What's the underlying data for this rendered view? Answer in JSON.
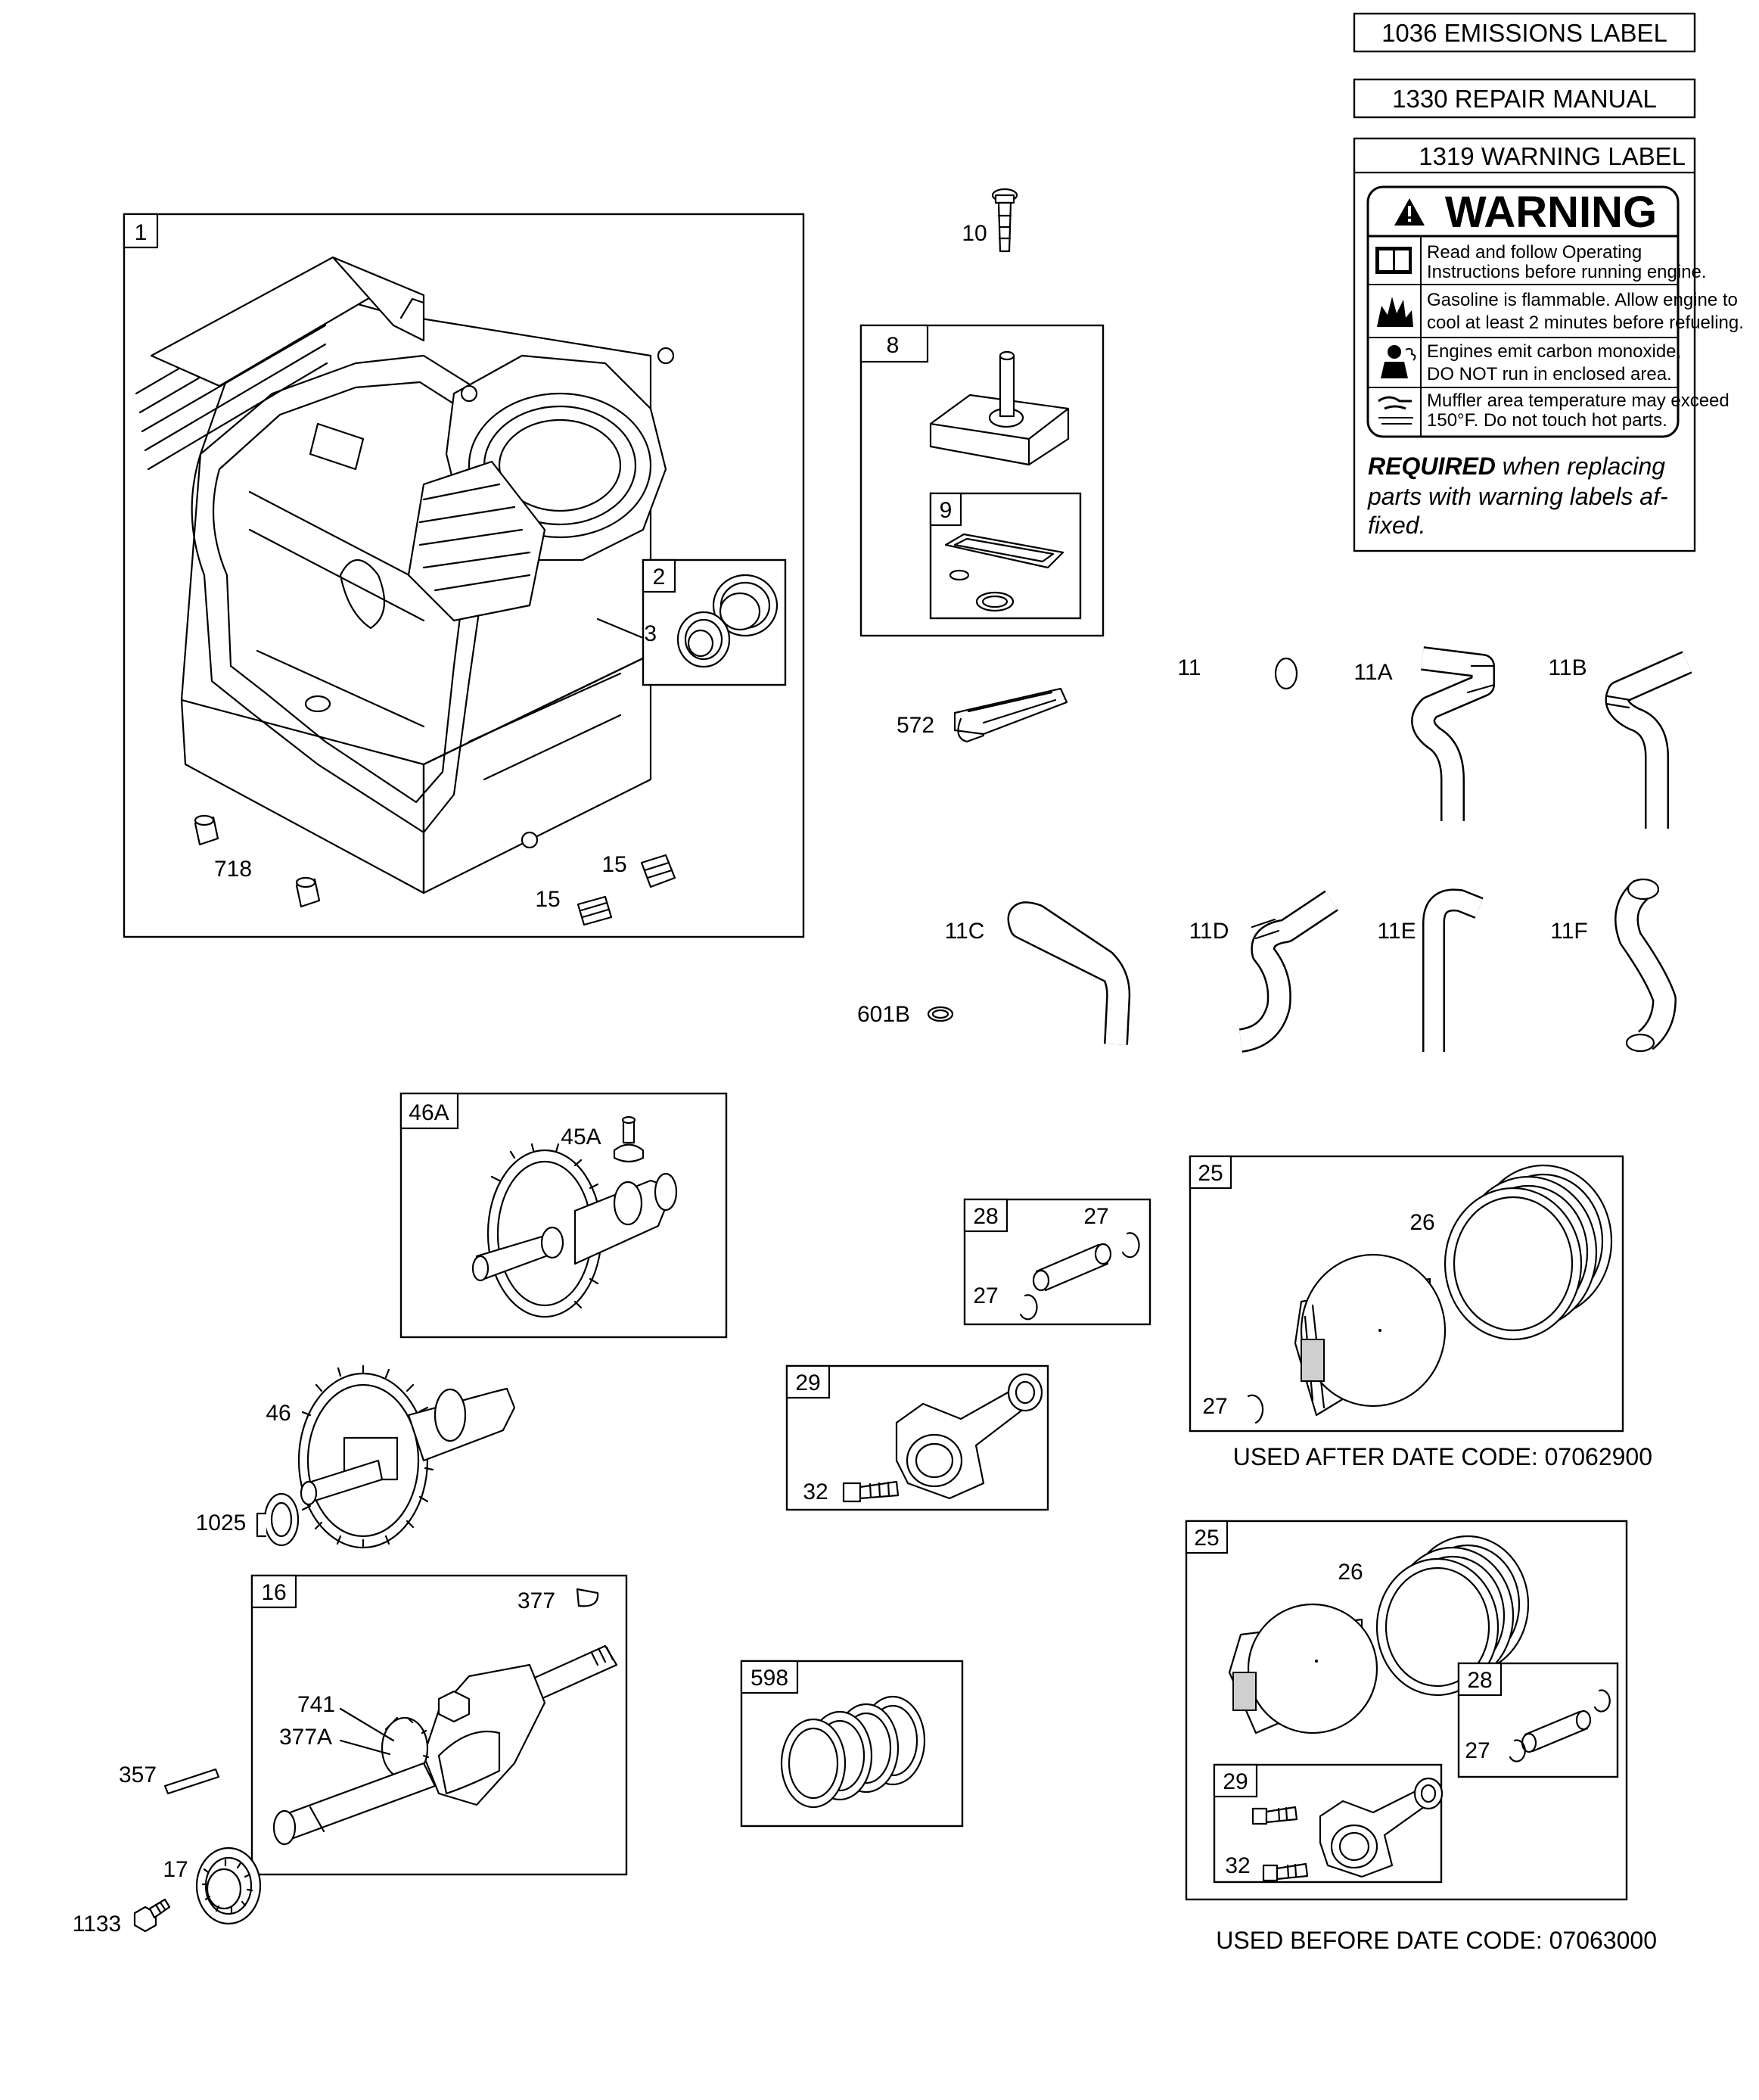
{
  "top_labels": {
    "emissions": "1036 EMISSIONS LABEL",
    "manual": "1330 REPAIR MANUAL",
    "warning_header": "1319 WARNING LABEL"
  },
  "warning_label": {
    "title": "WARNING",
    "rows": [
      {
        "icon": "book-icon",
        "line1": "Read and follow Operating",
        "line2": "Instructions before running engine."
      },
      {
        "icon": "fire-icon",
        "line1": "Gasoline is flammable. Allow engine to",
        "line2": "cool at least 2 minutes before refueling."
      },
      {
        "icon": "person-icon",
        "line1": "Engines emit carbon monoxide,",
        "line2": "DO NOT run in enclosed area."
      },
      {
        "icon": "heat-icon",
        "line1": "Muffler area temperature may exceed",
        "line2": "150°F.  Do not touch hot parts."
      }
    ],
    "required_bold": "REQUIRED",
    "required_l1": " when replacing",
    "required_l2": "parts with warning labels af-",
    "required_l3": "fixed."
  },
  "box_tags": {
    "b1": "1",
    "b2": "2",
    "b8": "8",
    "b9": "9",
    "b46a": "46A",
    "b28": "28",
    "b25a": "25",
    "b29a": "29",
    "b16": "16",
    "b598": "598",
    "b25b": "25",
    "b28b": "28",
    "b29b": "29"
  },
  "part_labels": {
    "p3": "3",
    "p718": "718",
    "p15a": "15",
    "p15b": "15",
    "p10": "10",
    "p572": "572",
    "p11": "11",
    "p11a": "11A",
    "p11b": "11B",
    "p11c": "11C",
    "p601b": "601B",
    "p11d": "11D",
    "p11e": "11E",
    "p11f": "11F",
    "p45a": "45A",
    "p27a": "27",
    "p27b": "27",
    "p26a": "26",
    "p27c": "27",
    "p32a": "32",
    "p46": "46",
    "p1025": "1025",
    "p377": "377",
    "p741": "741",
    "p377a": "377A",
    "p357": "357",
    "p17": "17",
    "p1133": "1133",
    "p26b": "26",
    "p27d": "27",
    "p32b": "32"
  },
  "notes": {
    "after": "USED AFTER DATE CODE:  07062900",
    "before": "USED BEFORE DATE CODE:  07063000"
  }
}
